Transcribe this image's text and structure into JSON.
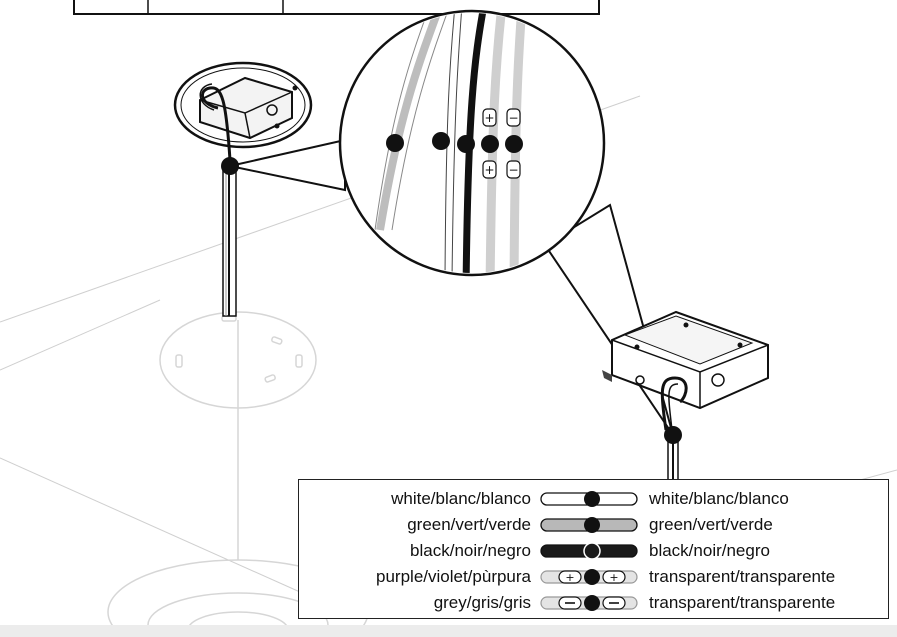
{
  "legend": {
    "rows": [
      {
        "left": "white/blanc/blanco",
        "right": "white/blanc/blanco",
        "wire_color": "#ffffff",
        "marker": "dot"
      },
      {
        "left": "green/vert/verde",
        "right": "green/vert/verde",
        "wire_color": "#b8b8b8",
        "marker": "dot"
      },
      {
        "left": "black/noir/negro",
        "right": "black/noir/negro",
        "wire_color": "#1a1a1a",
        "marker": "ring"
      },
      {
        "left": "purple/violet/pùrpura",
        "right": "transparent/transparente",
        "wire_color": "#e4e4e4",
        "marker": "plus"
      },
      {
        "left": "grey/gris/gris",
        "right": "transparent/transparente",
        "wire_color": "#e4e4e4",
        "marker": "minus"
      }
    ]
  },
  "callout": {
    "wires": [
      {
        "name": "green",
        "color": "#bdbdbd"
      },
      {
        "name": "white",
        "color": "#ffffff"
      },
      {
        "name": "black",
        "color": "#111111"
      },
      {
        "name": "purple",
        "color": "#d6d6d6"
      },
      {
        "name": "grey",
        "color": "#d6d6d6"
      }
    ],
    "polarity_marks": [
      "+",
      "−",
      "+",
      "−"
    ]
  }
}
